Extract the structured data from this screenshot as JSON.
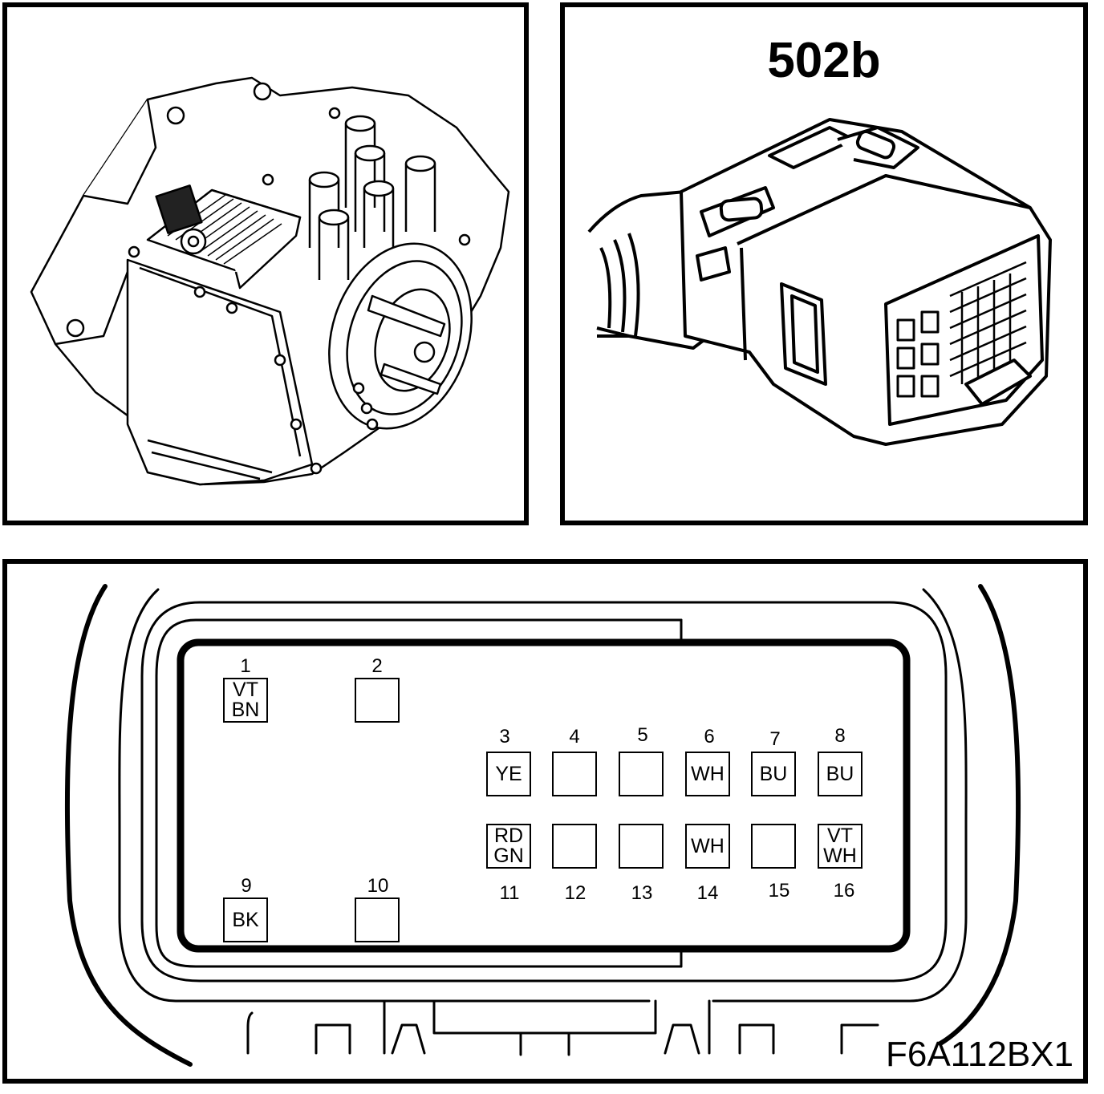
{
  "connector": {
    "title": "502b"
  },
  "figure_code": "F6A112BX1",
  "pins": [
    {
      "number": "1",
      "colors": [
        "VT",
        "BN"
      ]
    },
    {
      "number": "2",
      "colors": []
    },
    {
      "number": "3",
      "colors": [
        "YE"
      ]
    },
    {
      "number": "4",
      "colors": []
    },
    {
      "number": "5",
      "colors": []
    },
    {
      "number": "6",
      "colors": [
        "WH"
      ]
    },
    {
      "number": "7",
      "colors": [
        "BU"
      ]
    },
    {
      "number": "8",
      "colors": [
        "BU"
      ]
    },
    {
      "number": "9",
      "colors": [
        "BK"
      ]
    },
    {
      "number": "10",
      "colors": []
    },
    {
      "number": "11",
      "colors": [
        "RD",
        "GN"
      ]
    },
    {
      "number": "12",
      "colors": []
    },
    {
      "number": "13",
      "colors": []
    },
    {
      "number": "14",
      "colors": [
        "WH"
      ]
    },
    {
      "number": "15",
      "colors": []
    },
    {
      "number": "16",
      "colors": [
        "VT",
        "WH"
      ]
    }
  ]
}
